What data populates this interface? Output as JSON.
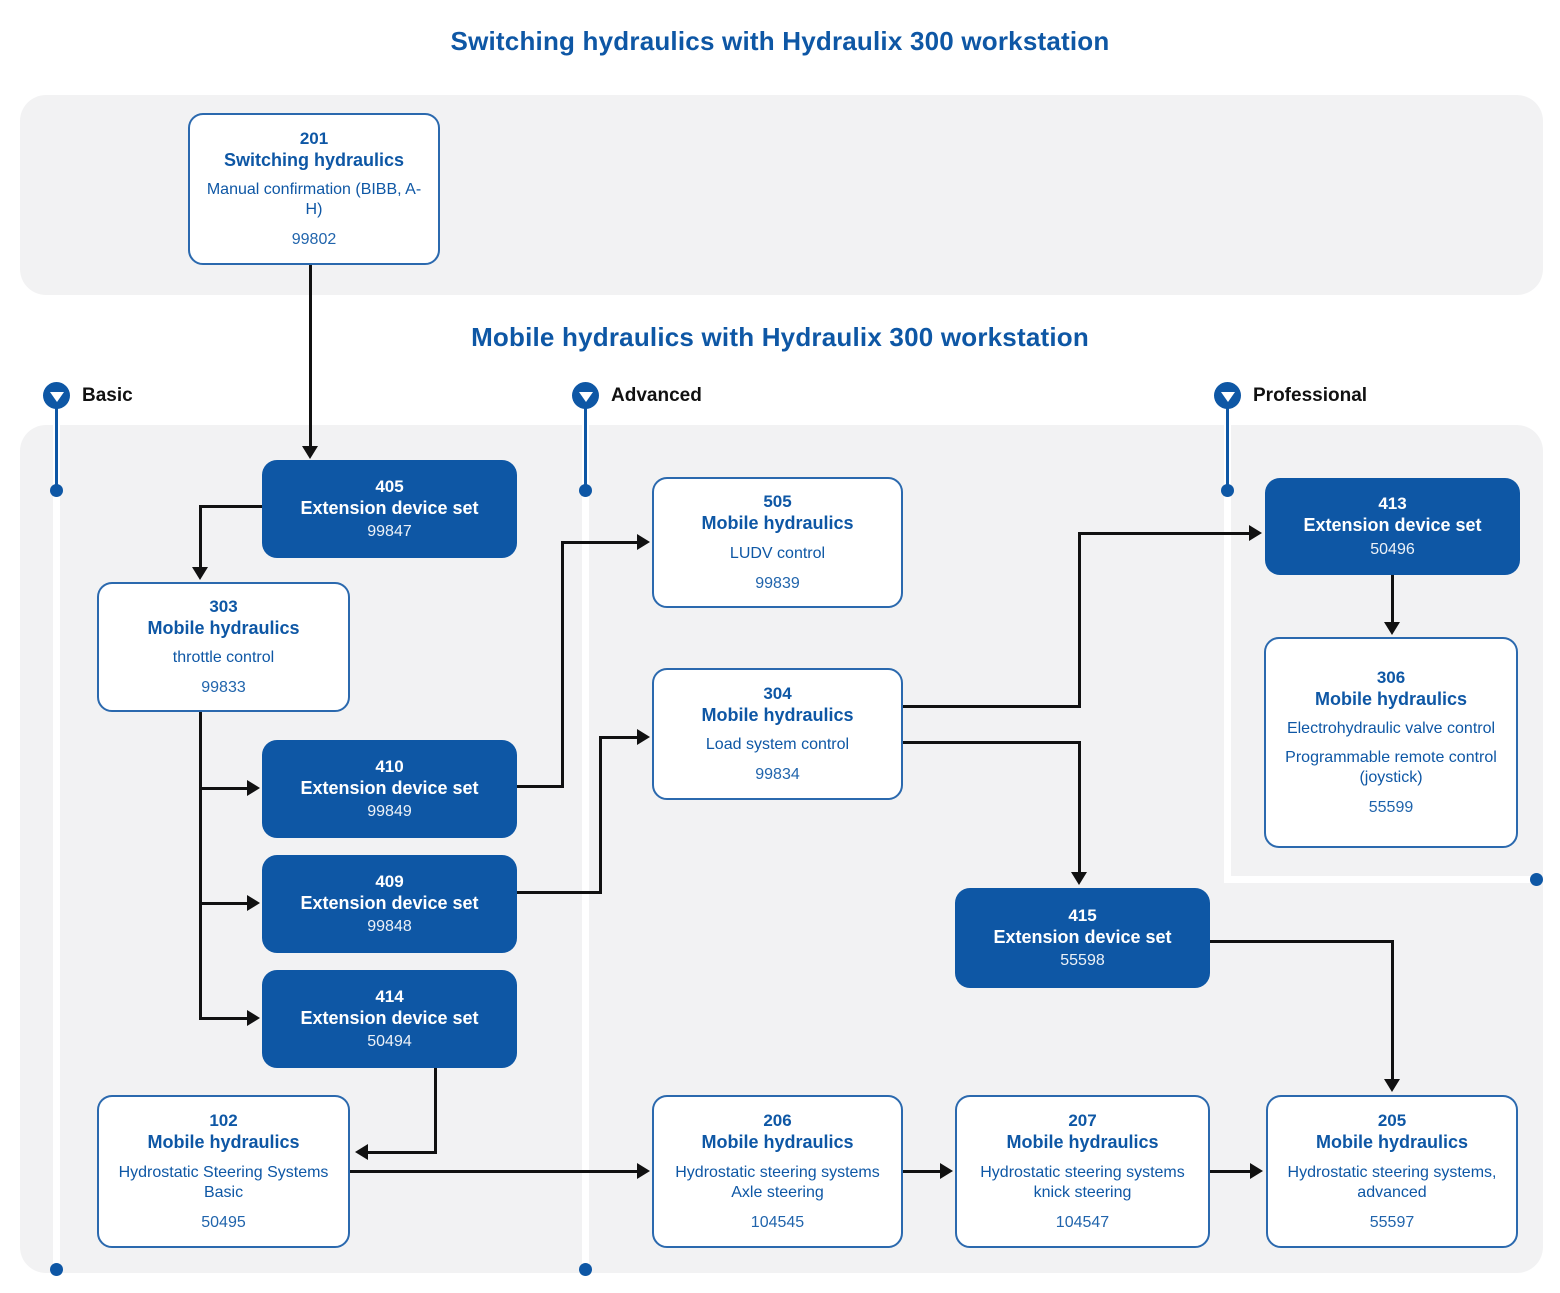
{
  "titles": {
    "top": "Switching hydraulics with Hydraulix 300 workstation",
    "middle": "Mobile hydraulics with Hydraulix 300 workstation"
  },
  "columns": {
    "basic": "Basic",
    "advanced": "Advanced",
    "professional": "Professional"
  },
  "colors": {
    "brand_blue": "#0e57a5",
    "panel_gray": "#f2f2f3",
    "arrow_black": "#111111",
    "box_text_white": "#ffffff"
  },
  "icons": {
    "column_marker": "triangle-down-in-circle-icon"
  },
  "boxes": {
    "n201": {
      "number": "201",
      "title": "Switching hydraulics",
      "desc": "Manual confirmation (BIBB, A-H)",
      "part": "99802"
    },
    "n405": {
      "number": "405",
      "title": "Extension device set",
      "part": "99847"
    },
    "n303": {
      "number": "303",
      "title": "Mobile hydraulics",
      "desc": "throttle control",
      "part": "99833"
    },
    "n505": {
      "number": "505",
      "title": "Mobile hydraulics",
      "desc": "LUDV control",
      "part": "99839"
    },
    "n304": {
      "number": "304",
      "title": "Mobile hydraulics",
      "desc": "Load system control",
      "part": "99834"
    },
    "n413": {
      "number": "413",
      "title": "Extension device set",
      "part": "50496"
    },
    "n306": {
      "number": "306",
      "title": "Mobile hydraulics",
      "desc": "Electrohydraulic valve control",
      "desc2": "Programmable remote control (joystick)",
      "part": "55599"
    },
    "n410": {
      "number": "410",
      "title": "Extension device set",
      "part": "99849"
    },
    "n409": {
      "number": "409",
      "title": "Extension device set",
      "part": "99848"
    },
    "n414": {
      "number": "414",
      "title": "Extension device set",
      "part": "50494"
    },
    "n415": {
      "number": "415",
      "title": "Extension device set",
      "part": "55598"
    },
    "n102": {
      "number": "102",
      "title": "Mobile hydraulics",
      "desc": "Hydrostatic Steering Systems Basic",
      "part": "50495"
    },
    "n206": {
      "number": "206",
      "title": "Mobile hydraulics",
      "desc": "Hydrostatic steering systems Axle steering",
      "part": "104545"
    },
    "n207": {
      "number": "207",
      "title": "Mobile hydraulics",
      "desc": "Hydrostatic steering systems knick steering",
      "part": "104547"
    },
    "n205": {
      "number": "205",
      "title": "Mobile hydraulics",
      "desc": "Hydrostatic steering systems, advanced",
      "part": "55597"
    }
  }
}
